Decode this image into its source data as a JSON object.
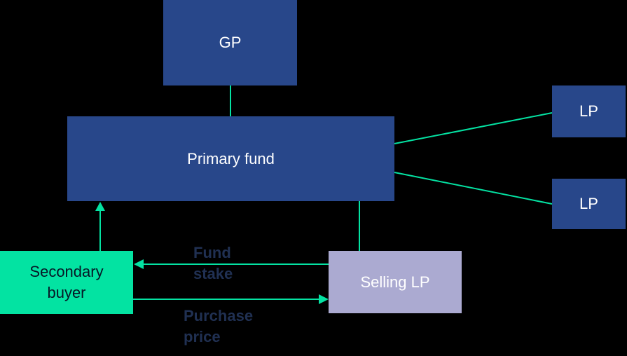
{
  "nodes": {
    "gp": {
      "label": "GP"
    },
    "primary_fund": {
      "label": "Primary fund"
    },
    "lp_top": {
      "label": "LP"
    },
    "lp_bottom": {
      "label": "LP"
    },
    "secondary_buyer": {
      "label": "Secondary buyer"
    },
    "selling_lp": {
      "label": "Selling LP"
    }
  },
  "edges": {
    "gp_to_primary_fund": {
      "label": "",
      "from": "GP",
      "to": "Primary fund",
      "arrow": "none"
    },
    "primary_fund_to_lp_top": {
      "label": "",
      "from": "Primary fund",
      "to": "LP",
      "arrow": "none"
    },
    "primary_fund_to_lp_bottom": {
      "label": "",
      "from": "Primary fund",
      "to": "LP",
      "arrow": "none"
    },
    "primary_fund_to_selling_lp": {
      "label": "",
      "from": "Primary fund",
      "to": "Selling LP",
      "arrow": "none"
    },
    "secondary_buyer_to_primary_fund": {
      "label": "",
      "from": "Secondary buyer",
      "to": "Primary fund",
      "arrow": "up"
    },
    "fund_stake": {
      "label": "Fund stake",
      "from": "Selling LP",
      "to": "Secondary buyer",
      "arrow": "left"
    },
    "purchase_price": {
      "label": "Purchase price",
      "from": "Secondary buyer",
      "to": "Selling LP",
      "arrow": "right"
    }
  },
  "colors": {
    "background": "#000000",
    "box_blue": "#28478A",
    "box_green": "#03E3A2",
    "box_purple": "#ABAAD1",
    "connector_green": "#04E2A2",
    "box_text_light": "#FFFFFF",
    "box_text_dark": "#071726",
    "edge_label_text": "#203052"
  }
}
